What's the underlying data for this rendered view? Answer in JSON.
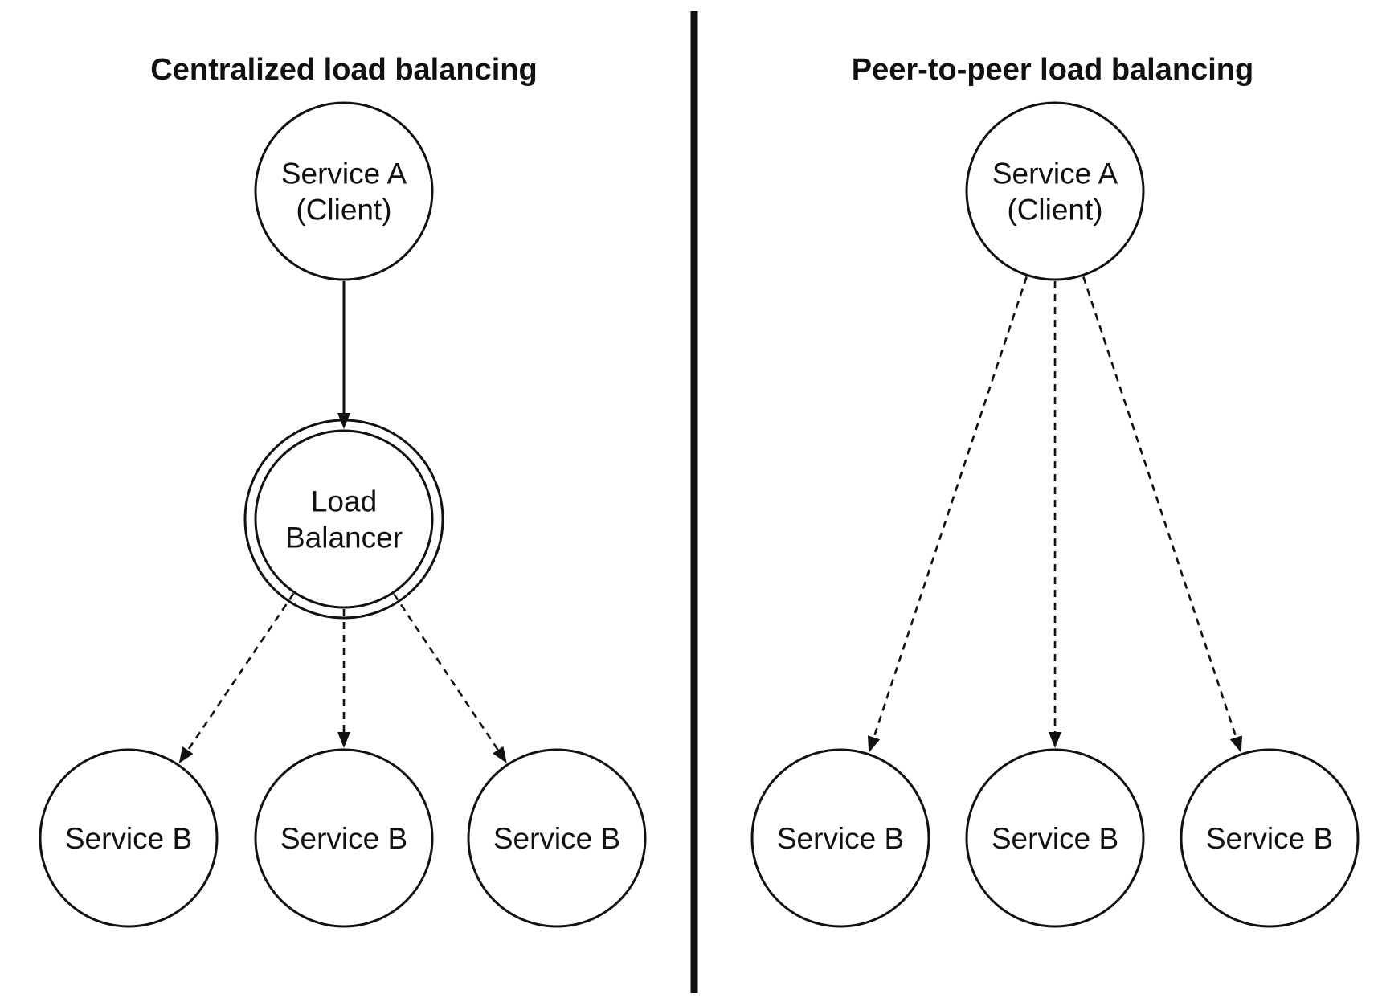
{
  "colors": {
    "ink": "#111111",
    "background": "#ffffff"
  },
  "panels": [
    {
      "id": "centralized",
      "title": "Centralized load balancing",
      "nodes": [
        {
          "id": "client",
          "lines": [
            "Service A",
            "(Client)"
          ],
          "style": "single"
        },
        {
          "id": "lb",
          "lines": [
            "Load",
            "Balancer"
          ],
          "style": "double"
        },
        {
          "id": "b1",
          "lines": [
            "Service B"
          ],
          "style": "single"
        },
        {
          "id": "b2",
          "lines": [
            "Service B"
          ],
          "style": "single"
        },
        {
          "id": "b3",
          "lines": [
            "Service B"
          ],
          "style": "single"
        }
      ],
      "edges": [
        {
          "from": "client",
          "to": "lb",
          "style": "solid"
        },
        {
          "from": "lb",
          "to": "b1",
          "style": "dashed"
        },
        {
          "from": "lb",
          "to": "b2",
          "style": "dashed"
        },
        {
          "from": "lb",
          "to": "b3",
          "style": "dashed"
        }
      ]
    },
    {
      "id": "peer-to-peer",
      "title": "Peer-to-peer load balancing",
      "nodes": [
        {
          "id": "client",
          "lines": [
            "Service A",
            "(Client)"
          ],
          "style": "single"
        },
        {
          "id": "b1",
          "lines": [
            "Service B"
          ],
          "style": "single"
        },
        {
          "id": "b2",
          "lines": [
            "Service B"
          ],
          "style": "single"
        },
        {
          "id": "b3",
          "lines": [
            "Service B"
          ],
          "style": "single"
        }
      ],
      "edges": [
        {
          "from": "client",
          "to": "b1",
          "style": "dashed"
        },
        {
          "from": "client",
          "to": "b2",
          "style": "dashed"
        },
        {
          "from": "client",
          "to": "b3",
          "style": "dashed"
        }
      ]
    }
  ]
}
